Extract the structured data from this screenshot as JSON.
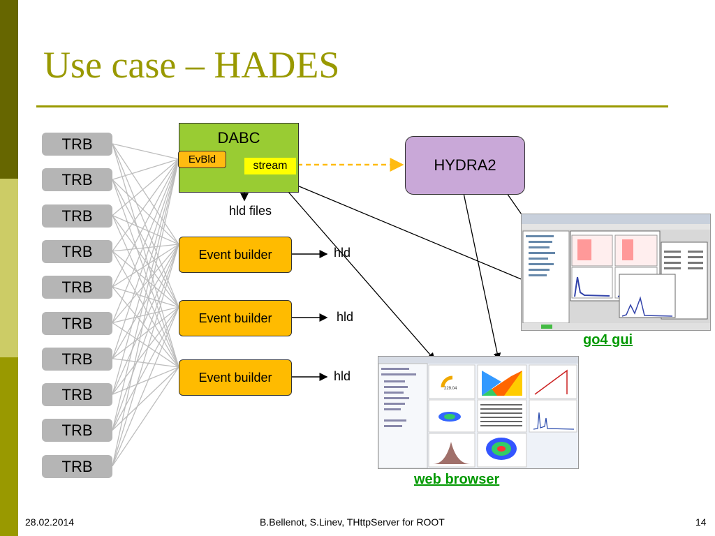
{
  "title": "Use case – HADES",
  "trb_boxes": [
    "TRB",
    "TRB",
    "TRB",
    "TRB",
    "TRB",
    "TRB",
    "TRB",
    "TRB",
    "TRB",
    "TRB"
  ],
  "dabc": {
    "title": "DABC",
    "evbld": "EvBld",
    "stream": "stream"
  },
  "hld_files_label": "hld files",
  "hydra_label": "HYDRA2",
  "event_builders": [
    {
      "label": "Event builder",
      "output": "hld"
    },
    {
      "label": "Event builder",
      "output": "hld"
    },
    {
      "label": "Event builder",
      "output": "hld"
    }
  ],
  "go4_caption": "go4 gui",
  "web_caption": "web browser",
  "web_gauge_value": "229.04",
  "footer": {
    "date": "28.02.2014",
    "center": "B.Bellenot, S.Linev, THttpServer for ROOT",
    "page": "14"
  },
  "colors": {
    "accent": "#999900",
    "dabc": "#99cc33",
    "event_builder": "#ffbb00",
    "hydra": "#c9a8d8",
    "stream_arrow": "#ffbb11",
    "caption": "#009900"
  }
}
